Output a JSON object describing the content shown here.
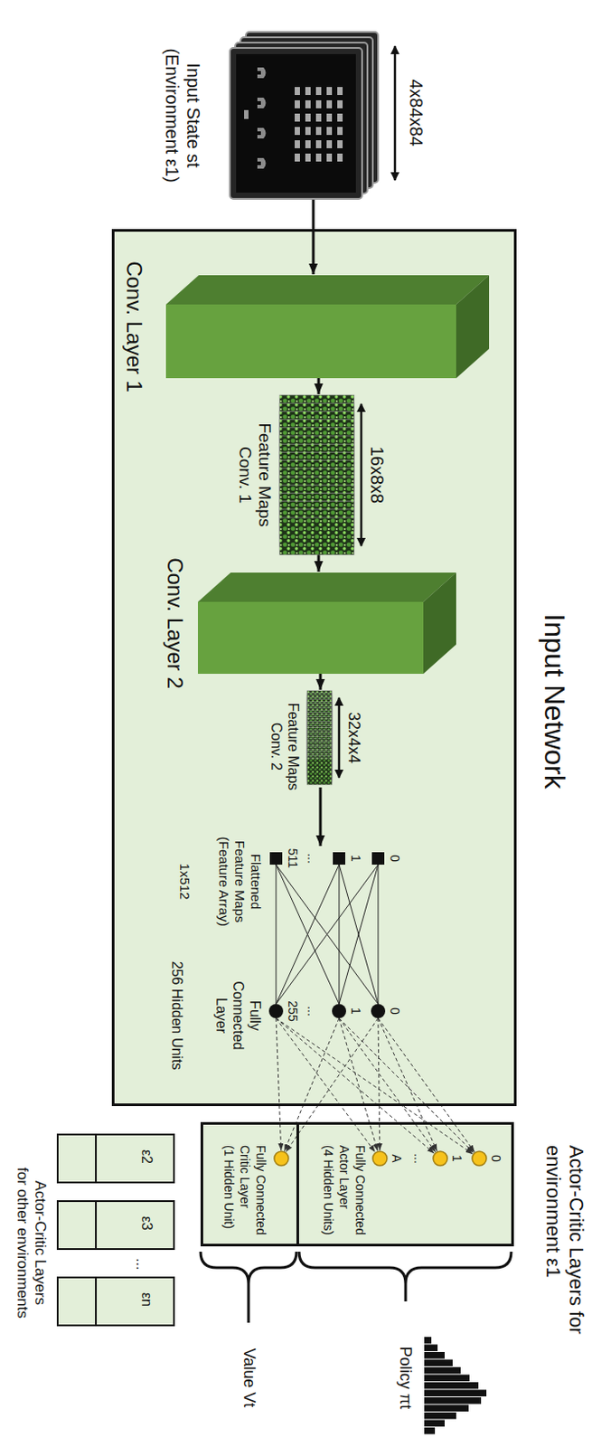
{
  "diagram": {
    "nodes": [
      {
        "text": [
          "Input State st (Environment ε1)"
        ]
      },
      {
        "text": [
          "Input Network"
        ]
      },
      {
        "text": [
          "Conv. Layer 1"
        ],
        "in": 1
      },
      {
        "text": [
          "Feature Maps Conv. 1"
        ],
        "in": 1
      },
      {
        "text": [
          "Conv. Layer 2"
        ],
        "in": 1
      },
      {
        "text": [
          "Feature Maps Conv. 2"
        ],
        "in": 1
      },
      {
        "text": [
          "Actor-Critic Layers for environment ε1"
        ]
      },
      {
        "text": [
          "Fully Connected Actor Layer",
          "(4 Hidden Units)"
        ],
        "in": 6
      },
      {
        "text": [
          "Fully Connected Critic Layer",
          "(1 Hidden Unit)"
        ],
        "in": 6
      },
      {
        "text": [
          "ε2"
        ]
      },
      {
        "text": [
          "ε3"
        ]
      },
      {
        "text": [
          "εn"
        ]
      }
    ],
    "edges": [
      {
        "from": 0,
        "to": 2,
        "arrow": "to"
      },
      {
        "from": 2,
        "to": 3,
        "arrow": "to"
      },
      {
        "from": 3,
        "to": 4,
        "arrow": "to"
      },
      {
        "from": 4,
        "to": 5,
        "arrow": "to"
      }
    ],
    "labels": [
      "4x84x84",
      "16x8x8",
      "32x4x4",
      "0",
      "1",
      "...",
      "511",
      "Flattened Feature Maps (Feature Array)",
      "1x512",
      "0",
      "1",
      "...",
      "255",
      "Fully Connected Layer",
      "256 Hidden Units",
      "0",
      "1",
      "...",
      "A",
      "Policy πt",
      "Value Vt",
      "...",
      "Actor-Critic Layers",
      "for other environments"
    ]
  }
}
